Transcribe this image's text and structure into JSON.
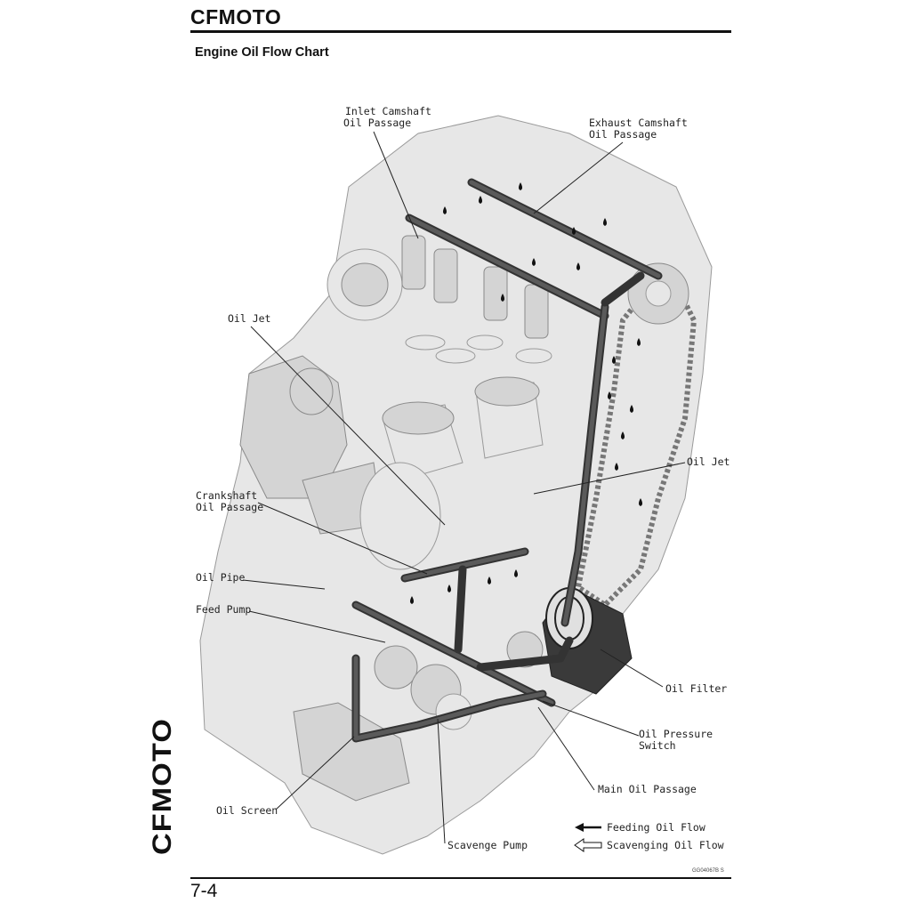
{
  "header": {
    "brand": "CFMOTO"
  },
  "section": {
    "title": "Engine Oil Flow Chart"
  },
  "figure": {
    "labels": {
      "inlet_camshaft_1": "Inlet Camshaft",
      "inlet_camshaft_2": "Oil Passage",
      "exhaust_camshaft_1": "Exhaust Camshaft",
      "exhaust_camshaft_2": "Oil Passage",
      "oil_jet_left": "Oil Jet",
      "oil_jet_right": "Oil Jet",
      "crankshaft_1": "Crankshaft",
      "crankshaft_2": "Oil Passage",
      "oil_pipe": "Oil Pipe",
      "feed_pump": "Feed Pump",
      "oil_filter": "Oil Filter",
      "oil_pressure_switch_1": "Oil Pressure",
      "oil_pressure_switch_2": "Switch",
      "main_oil_passage": "Main Oil Passage",
      "oil_screen": "Oil Screen",
      "scavenge_pump": "Scavenge Pump"
    },
    "legend": {
      "feeding": "Feeding Oil Flow",
      "scavenging": "Scavenging Oil Flow"
    },
    "figure_code": "GG04067B S"
  },
  "side_logo": {
    "text": "CFMOTO"
  },
  "footer": {
    "page_number": "7-4"
  }
}
